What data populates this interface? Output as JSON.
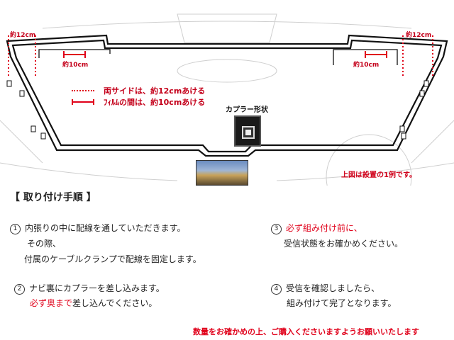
{
  "diagram": {
    "gap_label_left": "約12cm",
    "gap_label_right": "約12cm",
    "film_gap_label_left": "約10cm",
    "film_gap_label_right": "約10cm",
    "legend_sides": "両サイドは、約12cmあける",
    "legend_films": "ﾌｨﾙﾑの間は、約10cmあける",
    "coupler_title": "カプラー形状",
    "example_note": "上図は設置の1例です。"
  },
  "instructions": {
    "heading": "【 取り付け手順 】",
    "step1": {
      "num": "1",
      "line1": "内張りの中に配線を通していただきます。",
      "line2": "その際、",
      "line3": "付属のケーブルクランプで配線を固定します。"
    },
    "step2": {
      "num": "2",
      "line1": "ナビ裏にカプラーを差し込みます。",
      "line2_red": "必ず奥まで",
      "line2_rest": "差し込んでください。"
    },
    "step3": {
      "num": "3",
      "line1_red": "必ず組み付け前に、",
      "line2": "受信状態をお確かめください。"
    },
    "step4": {
      "num": "4",
      "line1": "受信を確認しましたら、",
      "line2": "組み付けて完了となります。"
    }
  },
  "footer": "数量をお確かめの上、ご購入くださいますようお願いいたします",
  "colors": {
    "accent_red": "#e0001a",
    "line": "#111111"
  }
}
